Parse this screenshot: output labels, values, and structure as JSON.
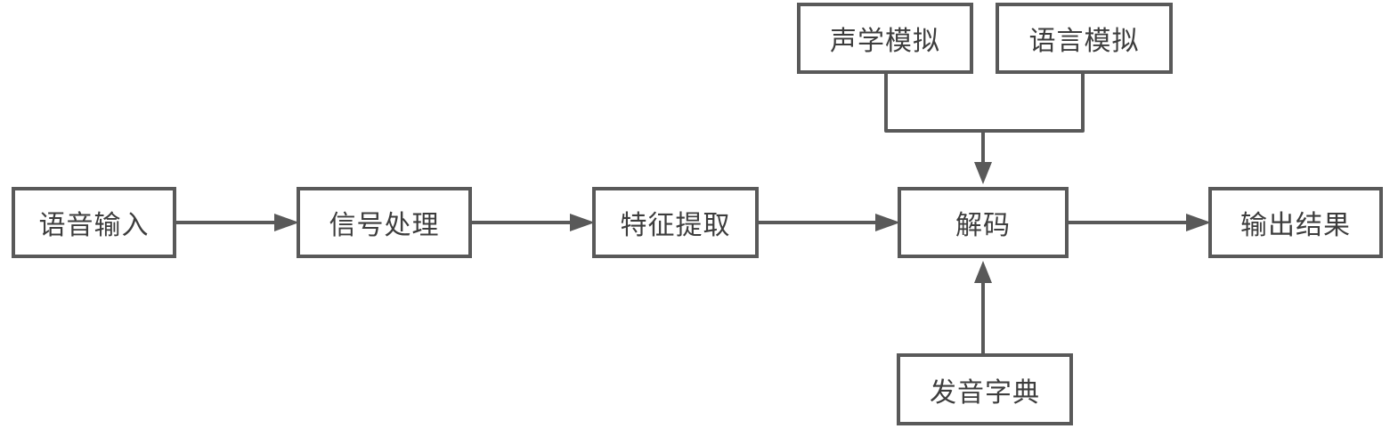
{
  "diagram": {
    "type": "flowchart",
    "background": "#ffffff",
    "colors": {
      "line": "#595959",
      "node_border": "#595959",
      "node_fill": "#ffffff",
      "text": "#3d3d3d"
    },
    "nodes": {
      "voice_input": {
        "label": "语音输入"
      },
      "signal_processing": {
        "label": "信号处理"
      },
      "feature_extraction": {
        "label": "特征提取"
      },
      "decoding": {
        "label": "解码"
      },
      "output_result": {
        "label": "输出结果"
      },
      "acoustic_model": {
        "label": "声学模拟"
      },
      "language_model": {
        "label": "语言模拟"
      },
      "pronunciation_dict": {
        "label": "发音字典"
      }
    },
    "edges": [
      {
        "from": "voice_input",
        "to": "signal_processing",
        "arrow": "right"
      },
      {
        "from": "signal_processing",
        "to": "feature_extraction",
        "arrow": "right"
      },
      {
        "from": "feature_extraction",
        "to": "decoding",
        "arrow": "right"
      },
      {
        "from": "decoding",
        "to": "output_result",
        "arrow": "right"
      },
      {
        "from": "acoustic_model",
        "to": "decoding",
        "arrow": "down",
        "joined_with": "language_model"
      },
      {
        "from": "language_model",
        "to": "decoding",
        "arrow": "down",
        "joined_with": "acoustic_model"
      },
      {
        "from": "pronunciation_dict",
        "to": "decoding",
        "arrow": "up"
      }
    ]
  }
}
